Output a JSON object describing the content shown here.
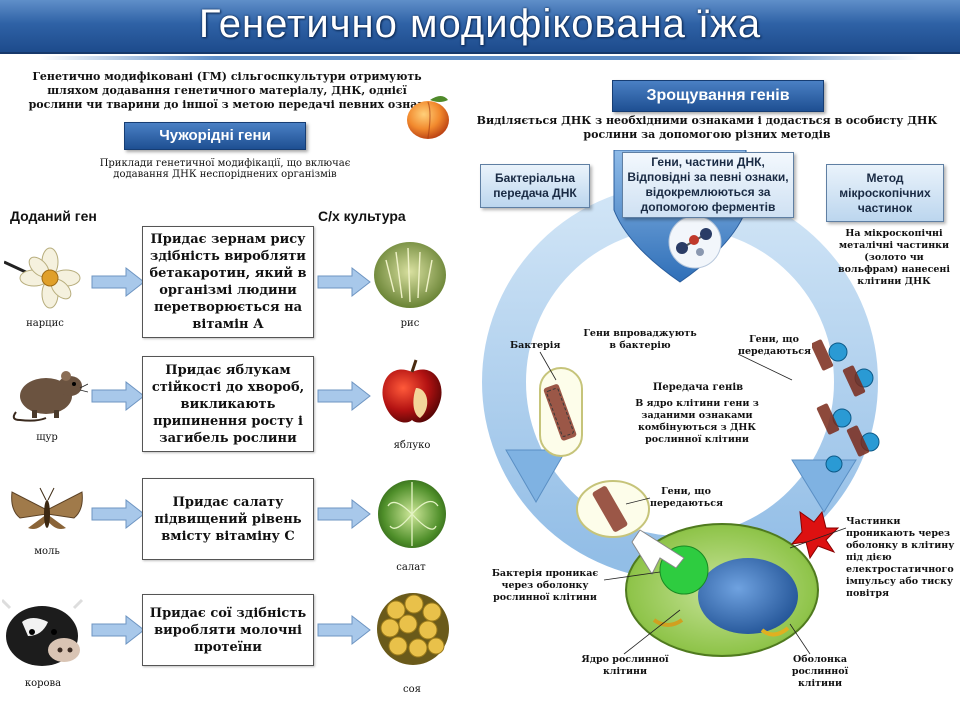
{
  "title": "Генетично модифікована їжа",
  "left": {
    "intro": "Генетично модифіковані (ГМ) сільгоспкультури отримують шляхом додавання генетичного матеріалу, ДНК, однієї рослини чи тварини до іншої з метою передачі певних ознак",
    "section_label": "Чужорідні гени",
    "section_caption": "Приклади генетичної модифікації, що включає додавання ДНК неспоріднених організмів",
    "col_gene": "Доданий ген",
    "col_crop": "С/х культура",
    "rows": [
      {
        "source": "нарцис",
        "effect": "Придає зернам рису здібність виробляти бетакаротин, який в організмі людини перетворюється на вітамін А",
        "crop": "рис"
      },
      {
        "source": "щур",
        "effect": "Придає яблукам стійкості до хвороб, викликають припинення росту і загибель рослини",
        "crop": "яблуко"
      },
      {
        "source": "моль",
        "effect": "Придає салату підвищений рівень вмісту вітаміну С",
        "crop": "салат"
      },
      {
        "source": "корова",
        "effect": "Придає сої здібність виробляти молочні протеїни",
        "crop": "соя"
      }
    ]
  },
  "right": {
    "section_label": "Зрощування генів",
    "caption": "Виділяється ДНК з необхідними ознаками і додасться в особисту ДНК рослини за допомогою різних методів",
    "bacterial_method": "Бактеріальна передача ДНК",
    "enzyme_box": "Гени, частини ДНК, Відповідні за певні ознаки, відокремлюються за допомогою ферментів",
    "microparticle_method": "Метод мікроскопічних частинок",
    "microparticle_note": "На мікроскопічні металічні частинки (золото чи вольфрам) нанесені клітини ДНК",
    "bacteria_label": "Бактерія",
    "genes_into_bacteria": "Гени впроваджують в бактерію",
    "genes_transferred_right": "Гени, що передаються",
    "gene_transfer_title": "Передача генів",
    "gene_transfer_text": "В ядро клітини гени з заданими ознаками комбінуються з ДНК рослинної клітини",
    "genes_transferred_left": "Гени, що передаються",
    "particles_penetrate": "Частинки проникають через оболонку в клітину під дією електростатичного імпульсу або тиску повітря",
    "bacteria_penetrates": "Бактерія проникає через оболонку рослинної клітини",
    "nucleus_label": "Ядро рослинної клітини",
    "membrane_label": "Оболонка рослинної клітини"
  },
  "colors": {
    "banner": "#2f62a6",
    "label_blue": "#1e4f92",
    "arrow_blue": "#9ec1e6",
    "cycle_blue": "#7fb2e2",
    "cell_green": "#8fc44a",
    "nucleus_blue": "#2c68b8"
  },
  "icons": {
    "peach": "peach-icon",
    "narcissus": "narcissus-flower-icon",
    "rat": "rat-icon",
    "moth": "moth-icon",
    "cow": "cow-icon",
    "rice": "rice-icon",
    "apple": "apple-icon",
    "lettuce": "lettuce-icon",
    "soy": "soybean-icon",
    "dna_molecule": "dna-molecule-icon"
  }
}
